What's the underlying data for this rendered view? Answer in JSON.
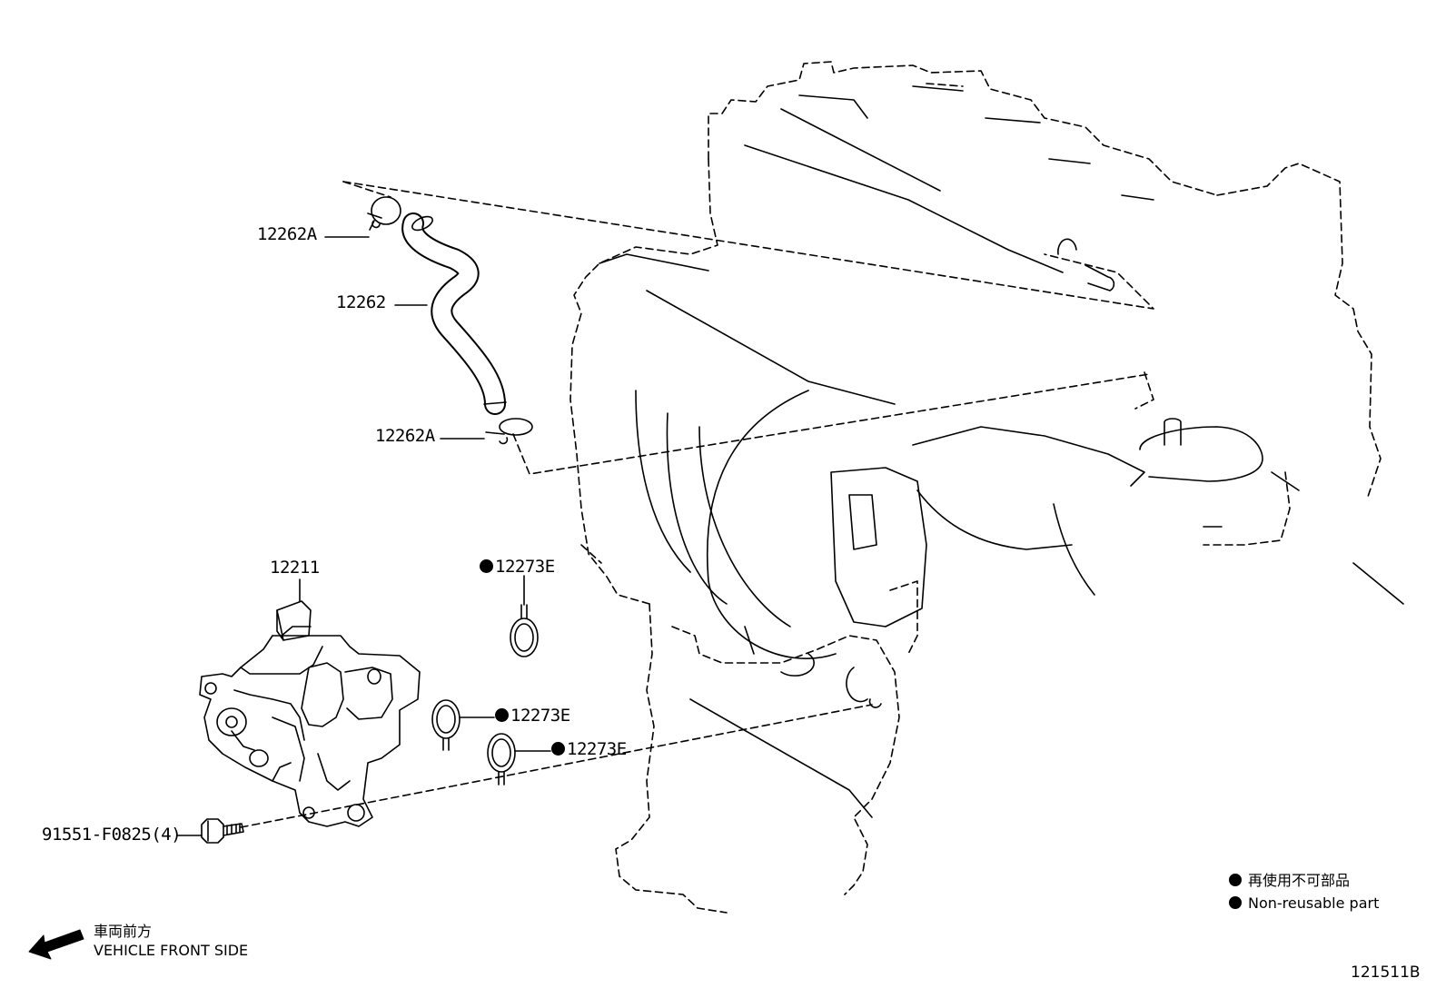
{
  "callouts": {
    "hose_clamp_upper": "12262A",
    "hose": "12262",
    "hose_clamp_lower": "12262A",
    "valve_assembly": "12211",
    "gasket_top": "12273E",
    "gasket_middle": "12273E",
    "gasket_bottom": "12273E",
    "bolt": "91551-F0825(4)"
  },
  "legend": {
    "jp": "再使用不可部品",
    "en": "Non-reusable part"
  },
  "direction": {
    "jp": "車両前方",
    "en": "VEHICLE FRONT SIDE"
  },
  "diagram_code": "121511B",
  "colors": {
    "ink": "#000000",
    "paper": "#ffffff"
  }
}
